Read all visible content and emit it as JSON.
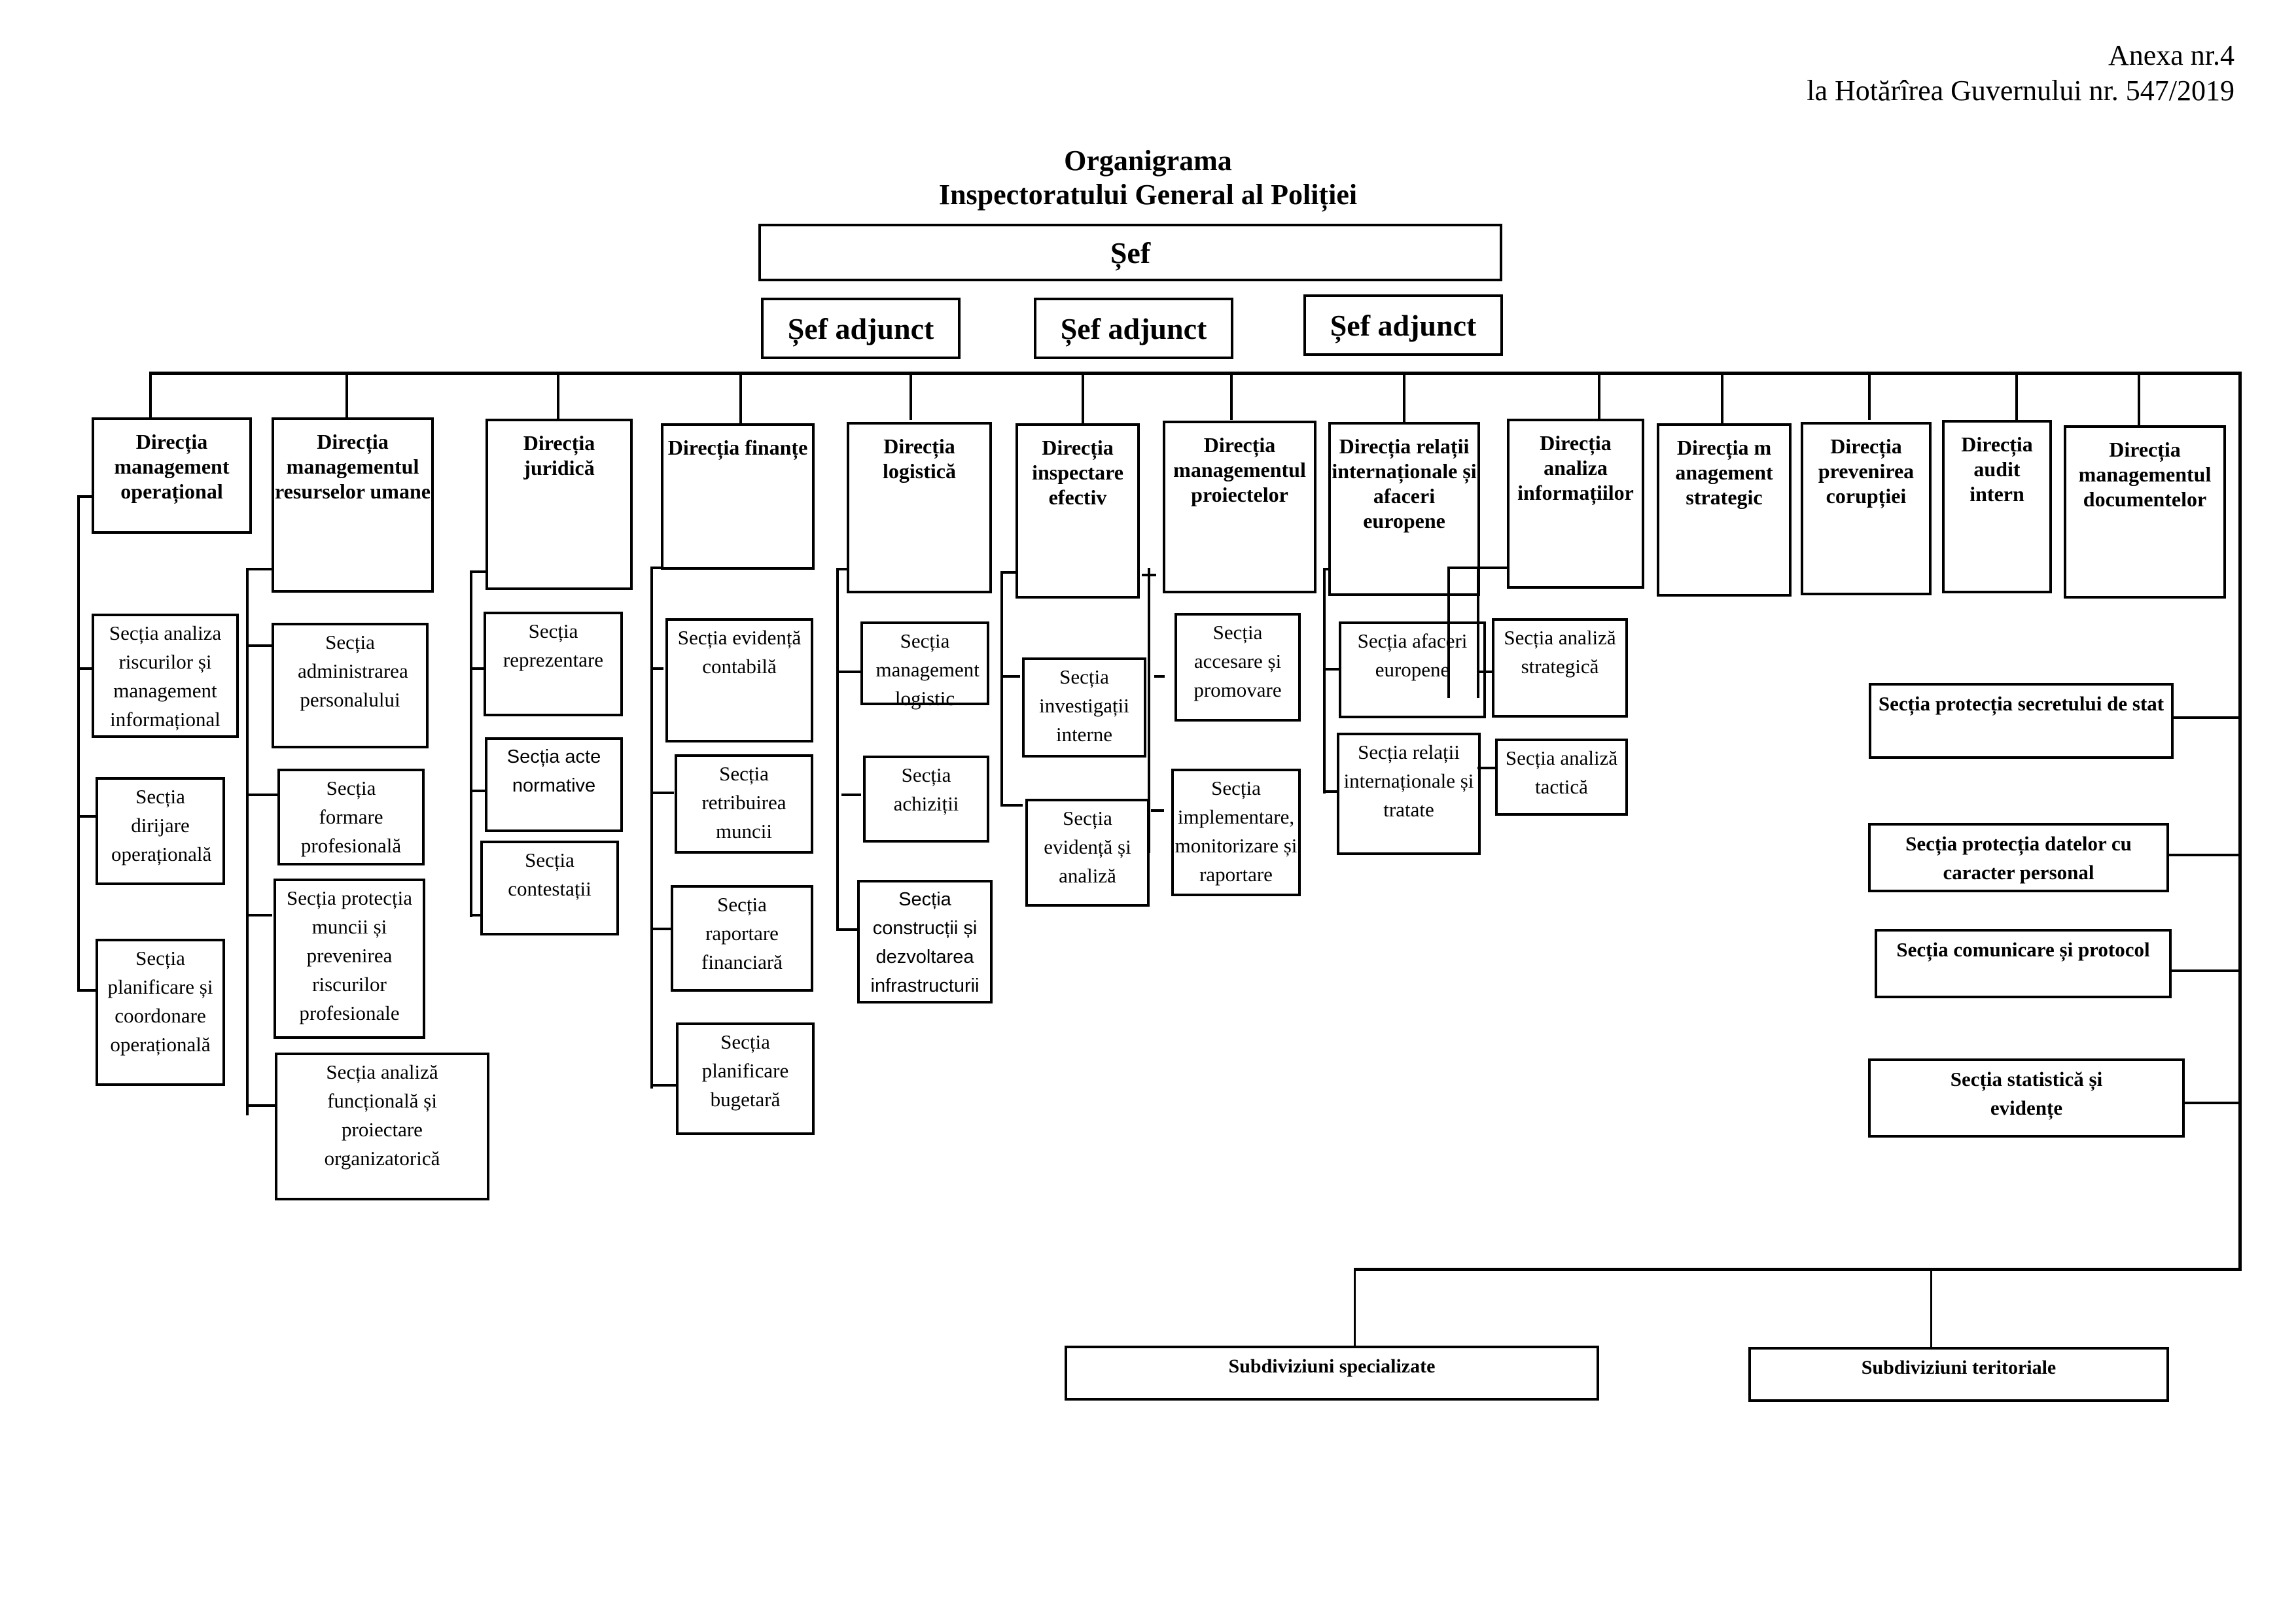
{
  "annex": {
    "line1": "Anexa nr.4",
    "line2": "la Hotărîrea Guvernului nr. 547/2019"
  },
  "title": {
    "line1": "Organigrama",
    "line2": "Inspectoratului General al Poliției"
  },
  "chief": "Șef",
  "deputies": [
    "Șef adjunct",
    "Șef adjunct",
    "Șef adjunct"
  ],
  "directorates": [
    {
      "name": "Direcția management operațional",
      "sections": [
        "Secția analiza riscurilor și management informațional",
        "Secția dirijare operațională",
        "Secția planificare și coordonare operațională"
      ]
    },
    {
      "name": "Direcția managementul resurselor umane",
      "sections": [
        "Secția administrarea personalului",
        "Secția formare profesională",
        "Secția protecția muncii și prevenirea riscurilor profesionale",
        "Secția analiză funcțională și proiectare organizatorică"
      ]
    },
    {
      "name": "Direcția juridică",
      "sections": [
        "Secția reprezentare",
        "Secția acte normative",
        "Secția contestații"
      ]
    },
    {
      "name": "Direcția finanțe",
      "sections": [
        "Secția evidență contabilă",
        "Secția retribuirea muncii",
        "Secția raportare financiară",
        "Secția planificare bugetară"
      ]
    },
    {
      "name": "Direcția logistică",
      "sections": [
        "Secția management logistic",
        "Secția achiziții",
        "Secția construcții și dezvoltarea infrastructurii"
      ]
    },
    {
      "name": "Direcția inspectare efectiv",
      "sections": [
        "Secția investigații interne",
        "Secția evidență și analiză"
      ]
    },
    {
      "name": "Direcția managementul proiectelor",
      "sections": [
        "Secția accesare și promovare",
        "Secția implementare, monitorizare și raportare"
      ]
    },
    {
      "name": "Direcția relații internaționale și afaceri europene",
      "sections": [
        "Secția afaceri europene",
        "Secția relații internaționale și tratate"
      ]
    },
    {
      "name": "Direcția analiza informațiilor",
      "sections": [
        "Secția analiză strategică",
        "Secția analiză tactică"
      ]
    },
    {
      "name": "Direcția management strategic",
      "sections": []
    },
    {
      "name": "Direcția prevenirea corupției",
      "sections": []
    },
    {
      "name": "Direcția audit intern",
      "sections": []
    },
    {
      "name": "Direcția managementul documentelor",
      "sections": []
    }
  ],
  "direct_sections": [
    "Secția protecția secretului de stat",
    "Secția protecția datelor cu caracter personal",
    "Secția comunicare și protocol",
    "Secția statistică și evidențe"
  ],
  "subdivisions": [
    "Subdiviziuni specializate",
    "Subdiviziuni teritoriale"
  ]
}
